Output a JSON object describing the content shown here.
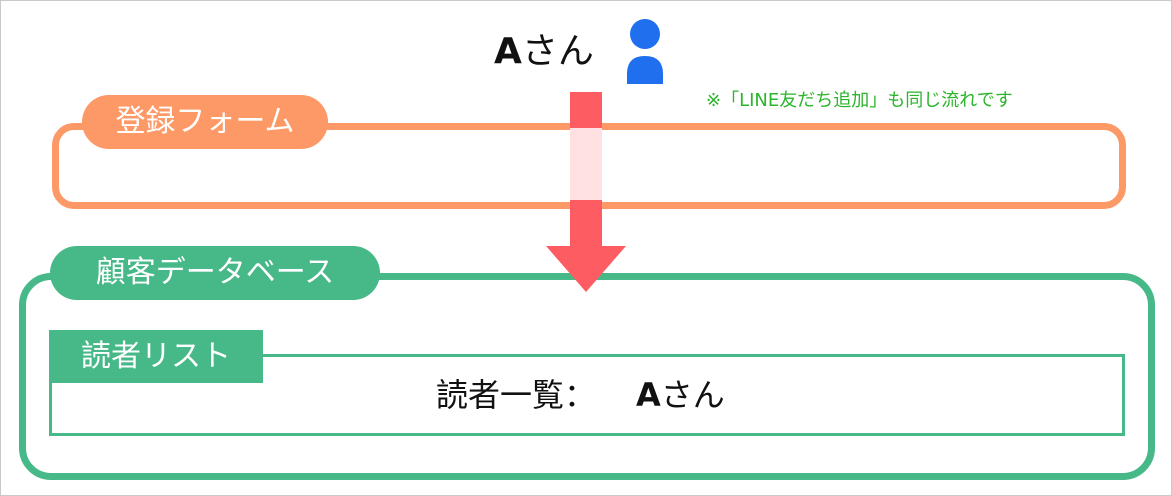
{
  "person": {
    "letter": "A",
    "suffix": "さん",
    "icon": "person-icon",
    "icon_color": "#1f6fef"
  },
  "note": "※「LINE友だち追加」も同じ流れです",
  "registration_form": {
    "label": "登録フォーム",
    "color": "#fd9966"
  },
  "customer_database": {
    "label": "顧客データベース",
    "color": "#47b888"
  },
  "reader_list": {
    "label": "読者リスト",
    "entry_label": "読者一覧：",
    "entry_letter": "A",
    "entry_suffix": "さん"
  },
  "arrow": {
    "icon": "down-arrow-icon",
    "color": "#fd5c63"
  },
  "colors": {
    "note": "#2ab52a",
    "text": "#111111"
  }
}
